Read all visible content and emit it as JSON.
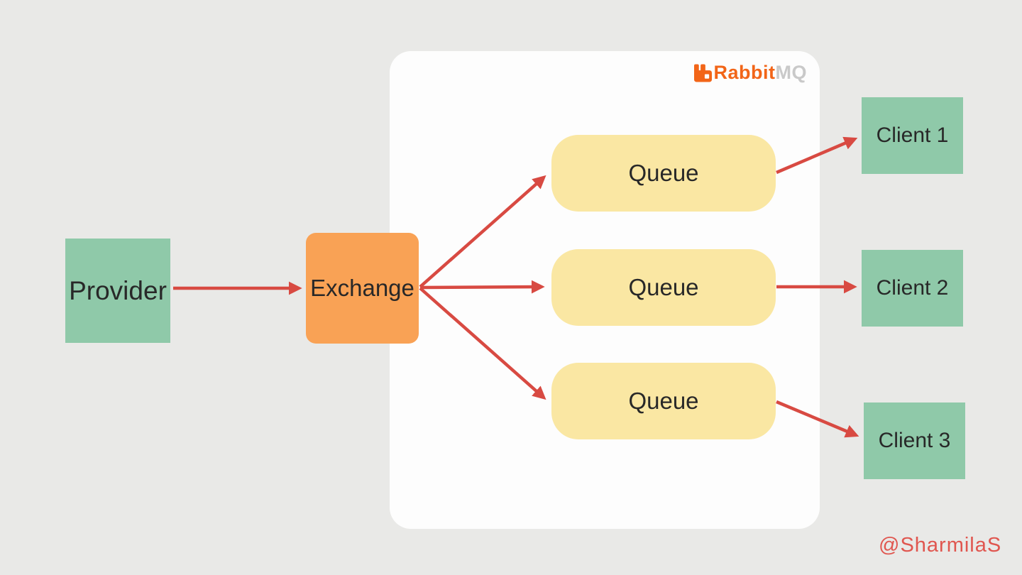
{
  "brand": {
    "name_primary": "Rabbit",
    "name_secondary": "MQ",
    "icon": "rabbitmq-logo-icon"
  },
  "nodes": {
    "provider": {
      "label": "Provider"
    },
    "exchange": {
      "label": "Exchange"
    },
    "queues": [
      {
        "label": "Queue"
      },
      {
        "label": "Queue"
      },
      {
        "label": "Queue"
      }
    ],
    "clients": [
      {
        "label": "Client 1"
      },
      {
        "label": "Client 2"
      },
      {
        "label": "Client 3"
      }
    ]
  },
  "connections": [
    {
      "from": "provider",
      "to": "exchange"
    },
    {
      "from": "exchange",
      "to": "queue-1"
    },
    {
      "from": "exchange",
      "to": "queue-2"
    },
    {
      "from": "exchange",
      "to": "queue-3"
    },
    {
      "from": "queue-1",
      "to": "client-1"
    },
    {
      "from": "queue-2",
      "to": "client-2"
    },
    {
      "from": "queue-3",
      "to": "client-3"
    }
  ],
  "watermark": "@SharmilaS",
  "colors": {
    "background": "#e9e9e7",
    "panel": "#fdfdfd",
    "node_green": "#8fc9a9",
    "node_orange": "#f9a255",
    "node_yellow": "#fae7a3",
    "arrow_red": "#d84a42",
    "text_dark": "#282828",
    "brand_orange": "#f26518",
    "brand_gray": "#c9c9c9",
    "watermark_red": "#e0564f"
  }
}
